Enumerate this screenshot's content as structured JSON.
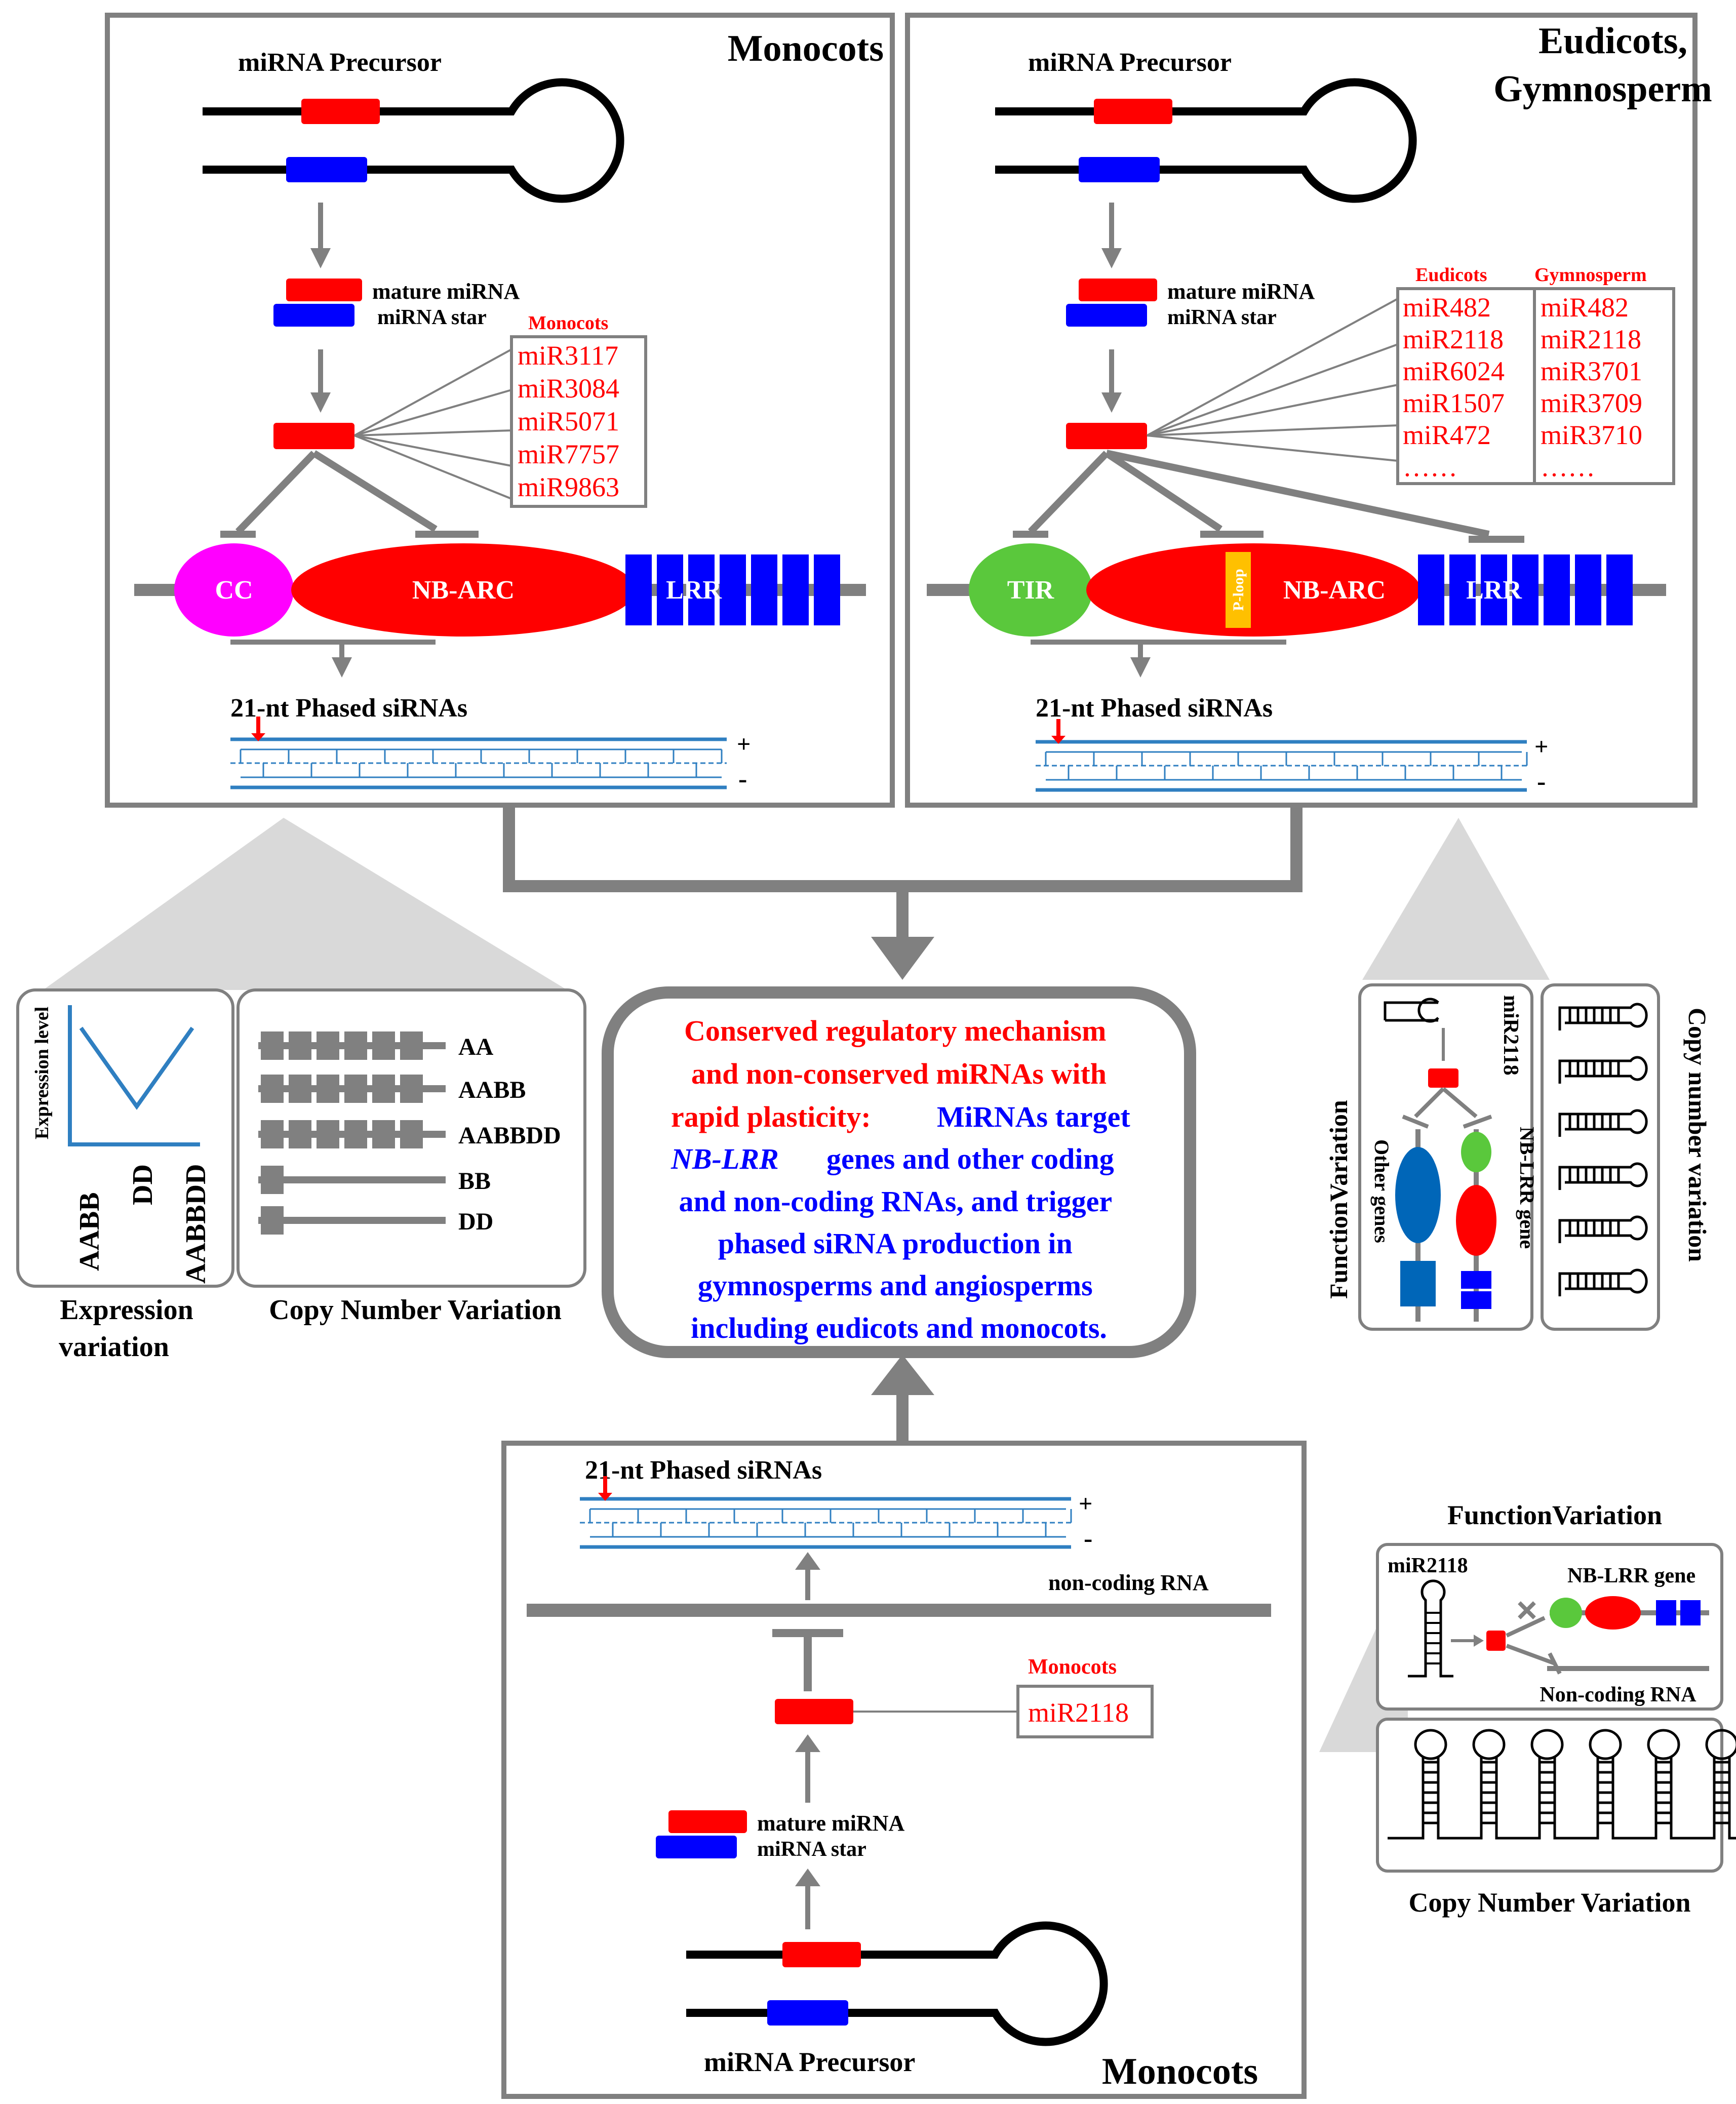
{
  "panels": {
    "monocots": {
      "title": "Monocots",
      "precursor": "miRNA Precursor",
      "mature": "mature miRNA",
      "star": "miRNA star",
      "list_header": "Monocots",
      "mirnas": [
        "miR3117",
        "miR3084",
        "miR5071",
        "miR7757",
        "miR9863"
      ],
      "domains": {
        "cc": "CC",
        "nbarc": "NB-ARC",
        "lrr": "LRR"
      },
      "phased": "21-nt Phased siRNAs",
      "plus": "+",
      "minus": "-"
    },
    "eudicots": {
      "title_line1": "Eudicots,",
      "title_line2": "Gymnosperm",
      "precursor": "miRNA Precursor",
      "mature": "mature miRNA",
      "star": "miRNA star",
      "eudicot_header": "Eudicots",
      "eudicot_mirnas": [
        "miR482",
        "miR2118",
        "miR6024",
        "miR1507",
        "miR472",
        "……"
      ],
      "gymno_header": "Gymnosperm",
      "gymno_mirnas": [
        "miR482",
        "miR2118",
        "miR3701",
        "miR3709",
        "miR3710",
        "……"
      ],
      "domains": {
        "tir": "TIR",
        "ploop": "P-loop",
        "nbarc": "NB-ARC",
        "lrr": "LRR"
      },
      "phased": "21-nt Phased siRNAs",
      "plus": "+",
      "minus": "-"
    },
    "bottom": {
      "title": "Monocots",
      "phased": "21-nt Phased siRNAs",
      "plus": "+",
      "minus": "-",
      "noncoding": "non-coding RNA",
      "list_header": "Monocots",
      "mirna": "miR2118",
      "mature": "mature miRNA",
      "star": "miRNA star",
      "precursor": "miRNA Precursor"
    }
  },
  "center": {
    "red_lines": [
      "Conserved regulatory mechanism",
      "and non-conserved miRNAs with",
      "rapid plasticity:"
    ],
    "blue_line3": "MiRNAs target",
    "blue_italic": "NB-LRR",
    "blue_line4": "genes and other coding",
    "blue_lines": [
      "and non-coding RNAs, and trigger",
      "phased siRNA production in",
      "gymnosperms and angiosperms",
      "including eudicots and monocots."
    ]
  },
  "left_insets": {
    "expression": {
      "ylabel": "Expression level",
      "ticks": [
        "AABB",
        "DD",
        "AABBDD"
      ],
      "caption_line1": "Expression",
      "caption_line2": "variation"
    },
    "copy_number": {
      "labels": [
        "AA",
        "AABB",
        "AABBDD",
        "BB",
        "DD"
      ],
      "caption": "Copy Number Variation"
    }
  },
  "right_insets": {
    "function_label": "FunctionVariation",
    "mir": "miR2118",
    "other_genes": "Other genes",
    "nblrr_gene": "NB-LRR gene",
    "copy_label": "Copy number variation"
  },
  "right_bottom": {
    "title": "FunctionVariation",
    "mir": "miR2118",
    "nblrr": "NB-LRR gene",
    "noncoding": "Non-coding RNA",
    "caption": "Copy Number Variation"
  },
  "colors": {
    "red": "#ff0000",
    "blue": "#0000ff",
    "grey": "#808080",
    "green": "#5ac83c",
    "magenta": "#ff00ff",
    "siRNA": "#2f7fc1",
    "orange": "#ffc000"
  }
}
